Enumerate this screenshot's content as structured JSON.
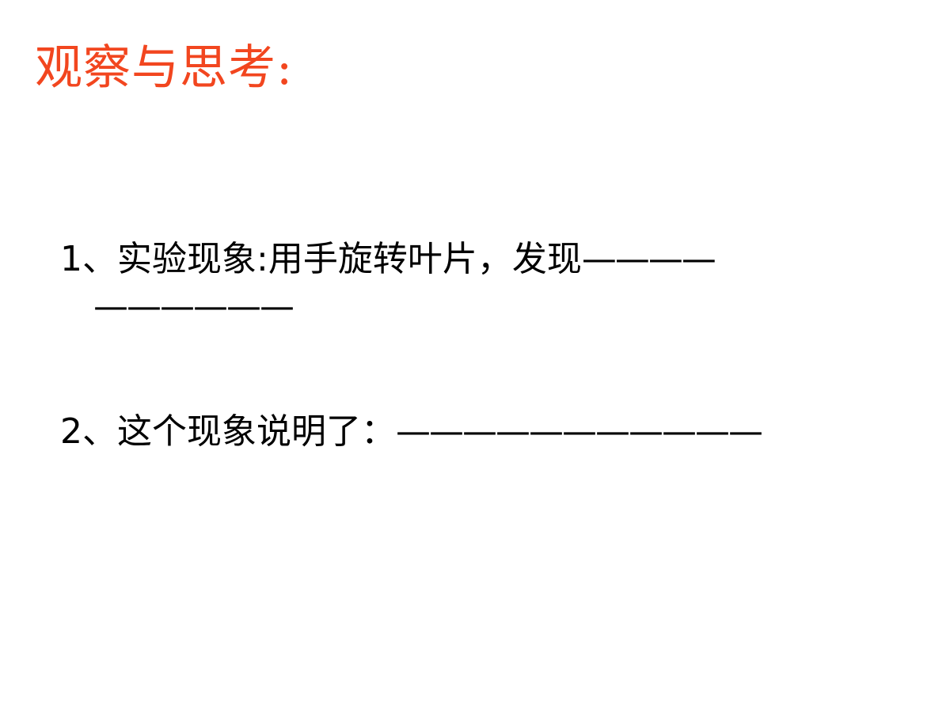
{
  "title": {
    "text": "观察与思考:",
    "color": "#f2461f"
  },
  "question_1": {
    "number": "1、",
    "text": "实验现象:用手旋转叶片，发现",
    "blank_line1": "————",
    "blank_line2": "——————"
  },
  "question_2": {
    "number": "2、",
    "text": "这个现象说明了：",
    "blank": "———————————"
  }
}
